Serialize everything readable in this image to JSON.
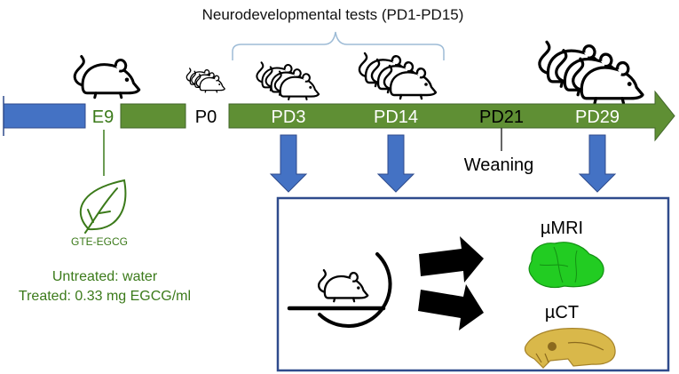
{
  "header": {
    "title": "Neurodevelopmental tests (PD1-PD15)"
  },
  "timeline": {
    "e9": "E9",
    "p0": "P0",
    "pd3": "PD3",
    "pd14": "PD14",
    "pd21": "PD21",
    "pd29": "PD29",
    "weaning": "Weaning"
  },
  "treatment": {
    "compound": "GTE-EGCG",
    "untreated": "Untreated: water",
    "treated": "Treated: 0.33 mg EGCG/ml"
  },
  "imaging": {
    "mri": "µMRI",
    "ct": "µCT"
  },
  "colors": {
    "timeline_green": "#5f8f34",
    "timeline_blue": "#4472c4",
    "arrow_blue": "#4472c4",
    "box_border": "#2f4b8c",
    "treatment_green": "#3b7a1a",
    "mri_green": "#22cc22",
    "ct_bone": "#d9b84a"
  },
  "icons": [
    "mouse-icon",
    "leaf-icon",
    "scanner-icon",
    "brain-mri-icon",
    "skull-ct-icon"
  ]
}
